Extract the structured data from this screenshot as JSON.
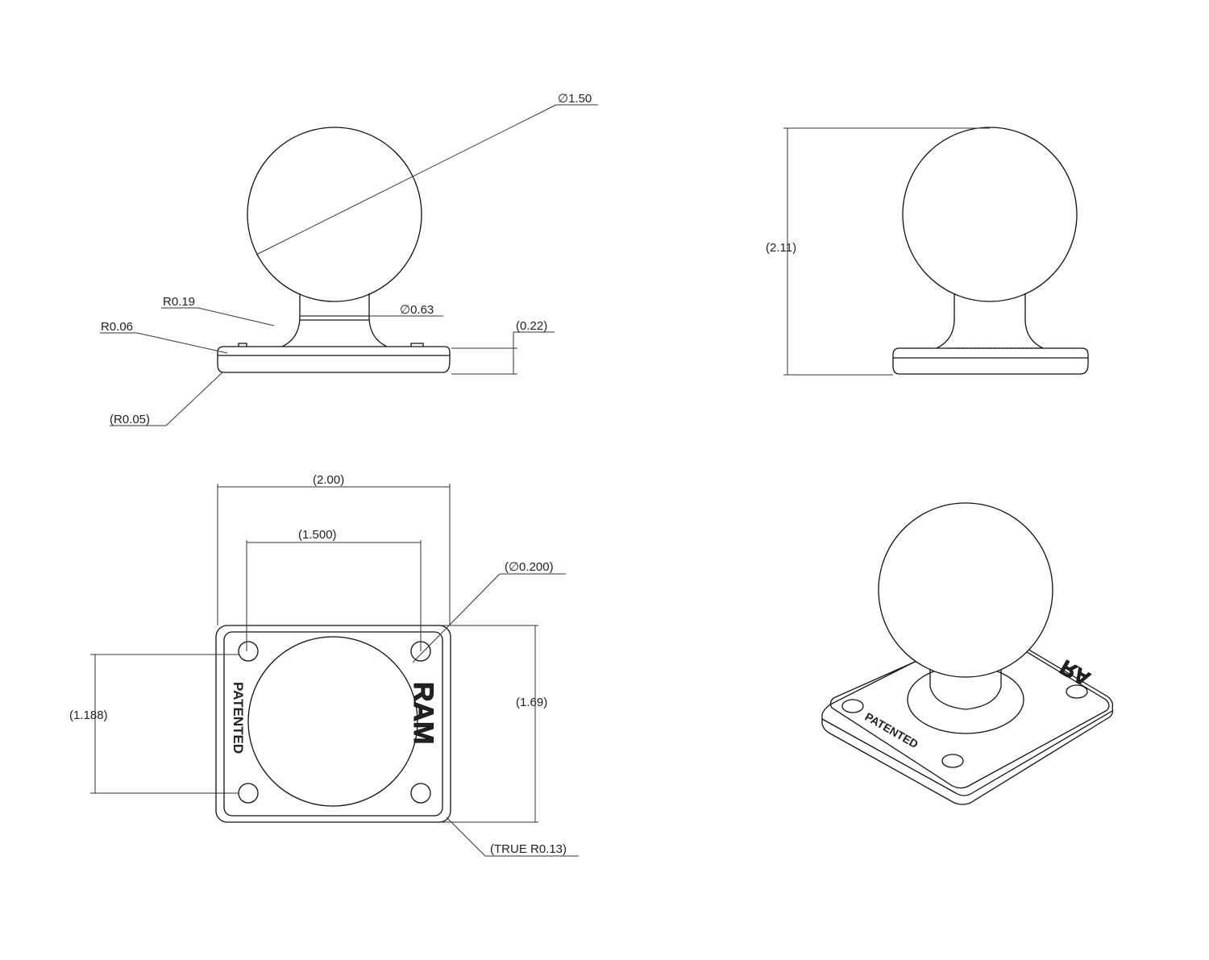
{
  "colors": {
    "line": "#111111",
    "dimension": "#333333",
    "background": "#ffffff"
  },
  "front_view": {
    "ball_diameter": "∅1.50",
    "fillet_radius": "R0.19",
    "edge_radius": "R0.06",
    "stem_diameter": "∅0.63",
    "base_thickness": "(0.22)",
    "bottom_radius": "(R0.05)"
  },
  "side_view": {
    "overall_height": "(2.11)"
  },
  "top_view": {
    "base_width": "(2.00)",
    "hole_spacing_x": "(1.500)",
    "hole_diameter": "(∅0.200)",
    "hole_spacing_y": "(1.188)",
    "base_depth": "(1.69)",
    "corner_radius": "(TRUE R0.13)",
    "stamp_patented": "PATENTED",
    "stamp_brand": "RAM"
  },
  "iso_view": {
    "stamp_patented": "PATENTED",
    "stamp_brand": "RA"
  }
}
